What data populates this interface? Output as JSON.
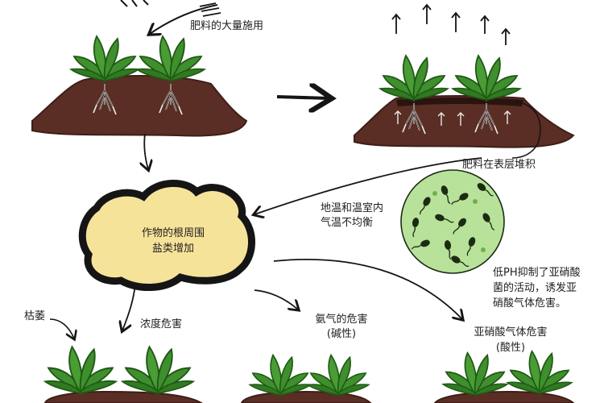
{
  "labels": {
    "heavy_fertilizer": "肥料的大量施用",
    "surface_accumulation": "肥料在表层堆积",
    "salt_line1": "作物的根周围",
    "salt_line2": "盐类增加",
    "temp_line1": "地温和温室内",
    "temp_line2": "气温不均衡",
    "low_ph_line1": "低PH抑制了亚硝酸",
    "low_ph_line2": "菌的活动，诱发亚",
    "low_ph_line3": "硝酸气体危害。",
    "wilting": "枯萎",
    "concentration_damage": "浓度危害",
    "ammonia_damage": "氨气的危害",
    "ammonia_note": "(碱性)",
    "nitrite_damage": "亚硝酸气体危害",
    "nitrite_note": "(酸性)"
  },
  "colors": {
    "soil": "#5a2e24",
    "soil_dark": "#3f1e17",
    "leaf": "#3f8f2e",
    "leaf_dark": "#1f5a14",
    "blob": "#f6e39a",
    "bacteria_bg": "#b8e29a",
    "bacteria": "#1c2b14",
    "ink": "#151515"
  }
}
